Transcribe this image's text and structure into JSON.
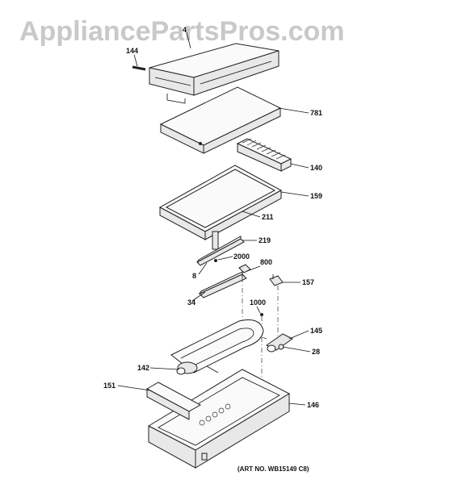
{
  "watermark": "AppliancePartsPros.com",
  "art_number": "(ART NO. WB15149 C8)",
  "callouts": {
    "c4": "4",
    "c144": "144",
    "c781": "781",
    "c140": "140",
    "c159": "159",
    "c211": "211",
    "c219": "219",
    "c2000": "2000",
    "c8": "8",
    "c800": "800",
    "c157": "157",
    "c34": "34",
    "c1000": "1000",
    "c145": "145",
    "c28": "28",
    "c142": "142",
    "c151": "151",
    "c146": "146"
  }
}
